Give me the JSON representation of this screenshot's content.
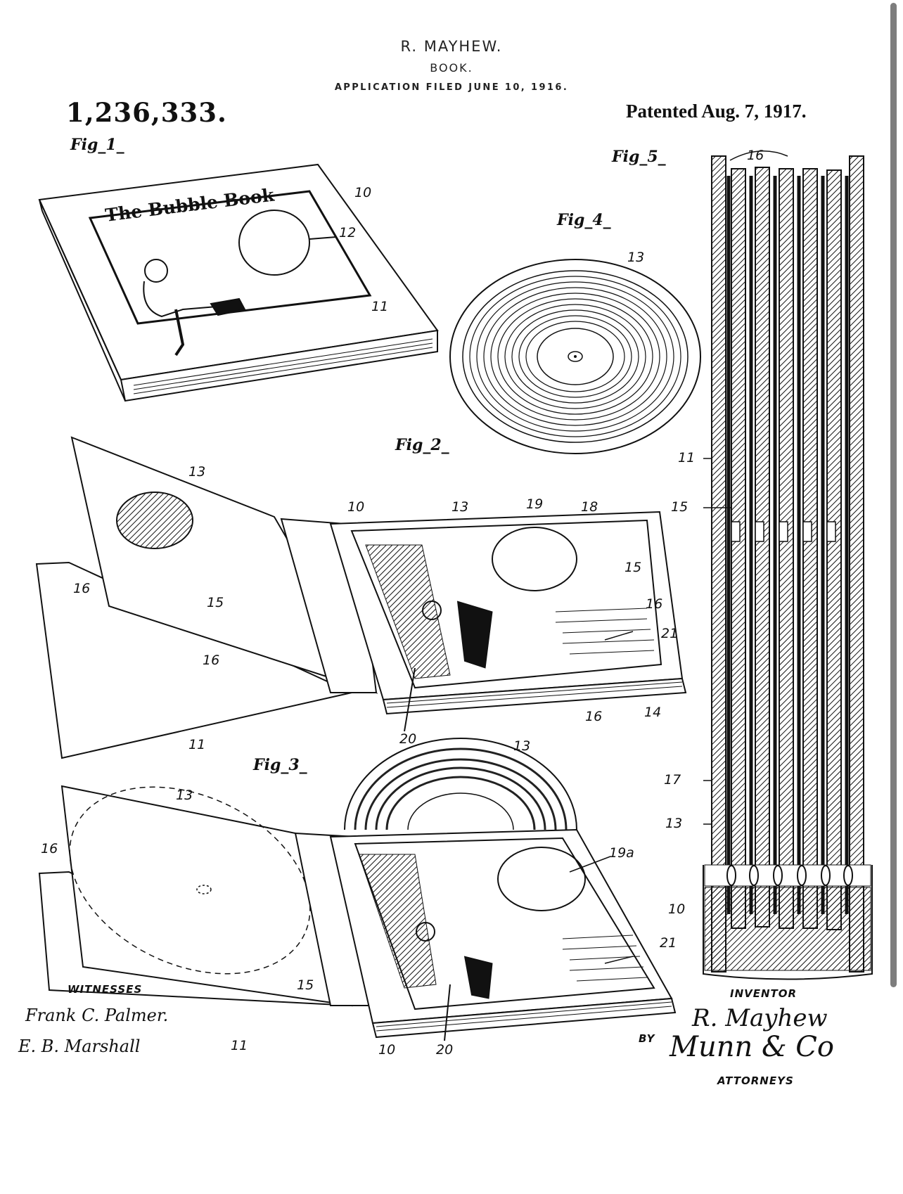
{
  "header": {
    "inventor": "R. MAYHEW.",
    "title": "BOOK.",
    "application_filed": "APPLICATION FILED JUNE 10, 1916.",
    "patent_number": "1,236,333.",
    "patented_date": "Patented Aug. 7, 1917."
  },
  "figures": {
    "fig1": {
      "label": "Fig_1_",
      "cover_title": "The Bubble Book",
      "refs": [
        "10",
        "12",
        "11"
      ]
    },
    "fig2": {
      "label": "Fig_2_",
      "refs": [
        "13",
        "16",
        "15",
        "16",
        "11",
        "10",
        "13",
        "19",
        "18",
        "15",
        "16",
        "21",
        "16",
        "14",
        "20"
      ]
    },
    "fig3": {
      "label": "Fig_3_",
      "refs": [
        "13",
        "16",
        "15",
        "11",
        "10",
        "20",
        "13",
        "19a",
        "21"
      ]
    },
    "fig4": {
      "label": "Fig_4_",
      "refs": [
        "13"
      ]
    },
    "fig5": {
      "label": "Fig_5_",
      "refs": [
        "16",
        "11",
        "15",
        "17",
        "13",
        "10"
      ]
    }
  },
  "footer": {
    "witnesses_label": "WITNESSES",
    "witness_1": "Frank C. Palmer.",
    "witness_2": "E. B. Marshall",
    "inventor_label": "INVENTOR",
    "inventor_signature": "R. Mayhew",
    "by_label": "BY",
    "attorney_signature": "Munn & Co",
    "attorneys_label": "ATTORNEYS"
  }
}
